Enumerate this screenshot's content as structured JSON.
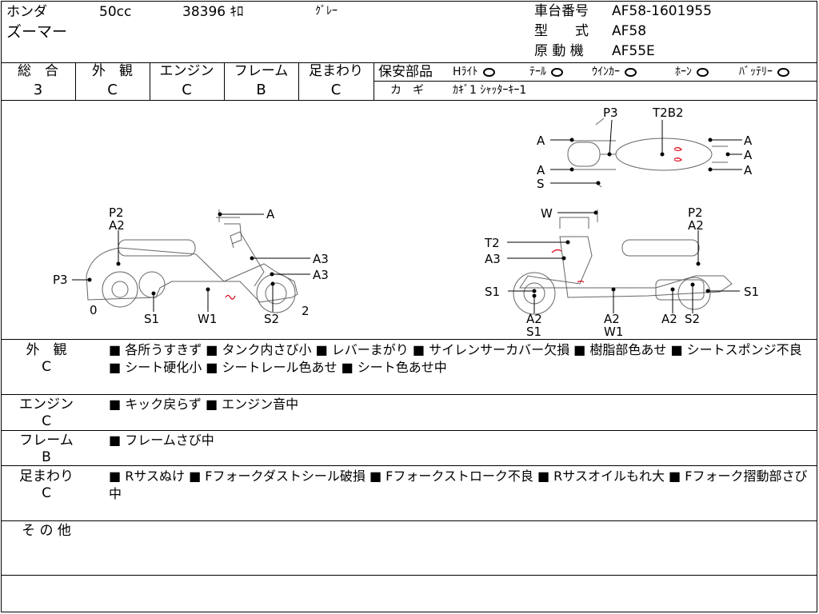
{
  "header": {
    "maker": "ホンダ",
    "displacement": "50cc",
    "mileage": "38396 ｷﾛ",
    "color": "ｸﾞﾚｰ",
    "model_name": "ズーマー",
    "frame_no_label": "車台番号",
    "frame_no": "AF58-1601955",
    "type_label": "型　　式",
    "type_value": "AF58",
    "engine_label": "原 動 機",
    "engine_value": "AF55E"
  },
  "grades": {
    "overall_label": "総　合",
    "overall": "3",
    "exterior_label": "外　観",
    "exterior": "C",
    "engine_label": "エンジン",
    "engine": "C",
    "frame_label": "フレーム",
    "frame": "B",
    "suspension_label": "足まわり",
    "suspension": "C"
  },
  "safety": {
    "label": "保安部品",
    "headlight": "Hﾗｲﾄ",
    "tail": "ﾃｰﾙ",
    "winker": "ｳｲﾝｶｰ",
    "horn": "ﾎｰﾝ",
    "battery": "ﾊﾞｯﾃﾘｰ",
    "key_label": "カ　ギ",
    "key_value": "ｶｷﾞ1 ｼｬｯﾀｰｷｰ1"
  },
  "diagram": {
    "side_left": [
      "P2",
      "A2",
      "A",
      "A3",
      "A3",
      "P3",
      "0",
      "S1",
      "W1",
      "S2",
      "2"
    ],
    "side_right": [
      "W",
      "P2",
      "A2",
      "T2",
      "A3",
      "S1",
      "S1",
      "A2",
      "S1",
      "A2",
      "W1",
      "A2",
      "S2"
    ],
    "top": [
      "P3",
      "T2B2",
      "A",
      "A",
      "A",
      "A",
      "A",
      "S"
    ]
  },
  "remarks": {
    "exterior_label": "外　観",
    "exterior_grade": "C",
    "exterior_text": "■ 各所うすきず ■ タンク内さび小 ■ レバーまがり ■ サイレンサーカバー欠損 ■ 樹脂部色あせ ■ シートスポンジ不良 ■ シート硬化小 ■ シートレール色あせ ■ シート色あせ中",
    "engine_label": "エンジン",
    "engine_grade": "C",
    "engine_text": "■ キック戻らず ■ エンジン音中",
    "frame_label": "フレーム",
    "frame_grade": "B",
    "frame_text": "■ フレームさび中",
    "suspension_label": "足まわり",
    "suspension_grade": "C",
    "suspension_text": "■ Rサスぬけ ■ Fフォークダストシール破損 ■ Fフォークストローク不良 ■ Rサスオイルもれ大 ■ Fフォーク摺動部さび中",
    "other_label": "そ の 他"
  }
}
